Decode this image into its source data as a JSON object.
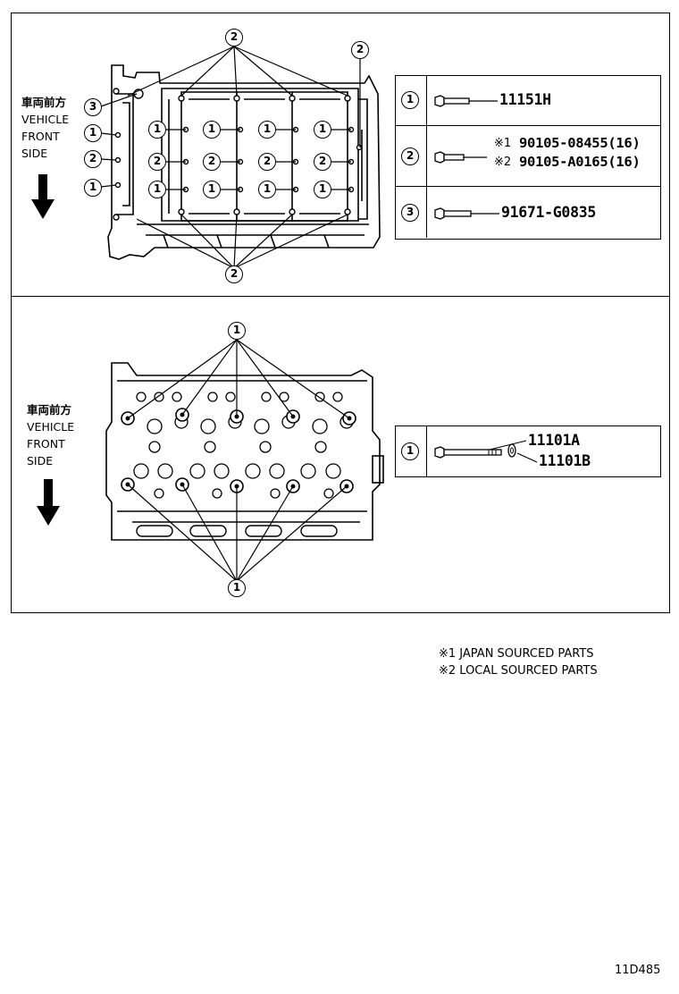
{
  "front_label": {
    "japanese": "車両前方",
    "line1": "VEHICLE",
    "line2": "FRONT",
    "line3": "SIDE"
  },
  "top_panel": {
    "callouts": [
      "1",
      "2",
      "3"
    ],
    "legend": [
      {
        "num": "1",
        "parts": [
          "11151H"
        ]
      },
      {
        "num": "2",
        "marks": [
          "※1",
          "※2"
        ],
        "parts": [
          "90105-08455(16)",
          "90105-A0165(16)"
        ]
      },
      {
        "num": "3",
        "parts": [
          "91671-G0835"
        ]
      }
    ]
  },
  "bottom_panel": {
    "callouts": [
      "1"
    ],
    "legend": [
      {
        "num": "1",
        "parts": [
          "11101A",
          "11101B"
        ]
      }
    ]
  },
  "notes": [
    "※1 JAPAN SOURCED PARTS",
    "※2 LOCAL SOURCED PARTS"
  ],
  "diagram_code": "11D485",
  "icons": [
    "down-arrow-icon",
    "bolt-icon",
    "washer-icon"
  ]
}
